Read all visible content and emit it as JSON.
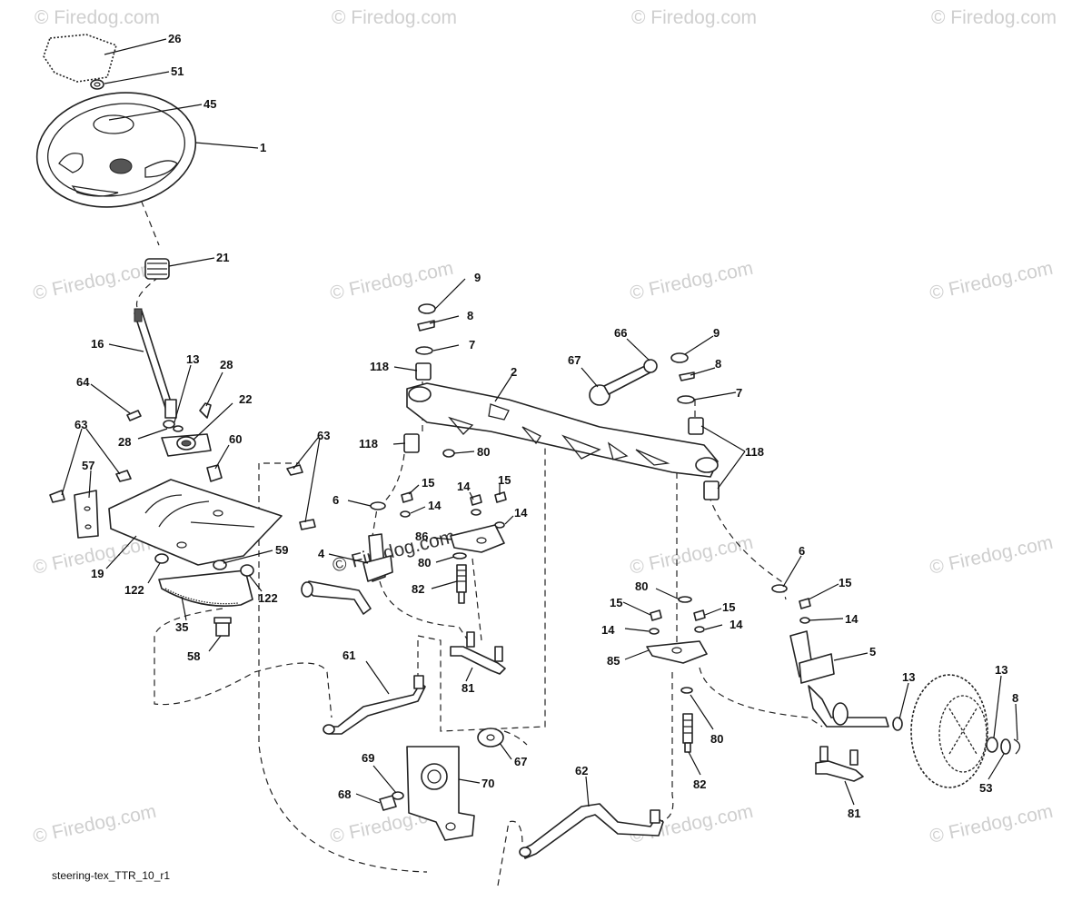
{
  "diagram": {
    "caption": "steering-tex_TTR_10_r1",
    "watermark": "© Firedog.com",
    "callouts": {
      "c26": "26",
      "c51": "51",
      "c45": "45",
      "c1": "1",
      "c21": "21",
      "c16": "16",
      "c13a": "13",
      "c28a": "28",
      "c64": "64",
      "c22": "22",
      "c28b": "28",
      "c63a": "63",
      "c60": "60",
      "c57": "57",
      "c63b": "63",
      "c19": "19",
      "c122a": "122",
      "c59": "59",
      "c122b": "122",
      "c35": "35",
      "c58": "58",
      "c61": "61",
      "c9a": "9",
      "c8a": "8",
      "c7a": "7",
      "c118a": "118",
      "c2": "2",
      "c118b": "118",
      "c80a": "80",
      "c6a": "6",
      "c15a": "15",
      "c14a": "14",
      "c14b": "14",
      "c15b": "15",
      "c14c": "14",
      "c86": "86",
      "c4": "4",
      "c80b": "80",
      "c82a": "82",
      "c81a": "81",
      "c67a": "67",
      "c66": "66",
      "c9b": "9",
      "c8b": "8",
      "c7b": "7",
      "c118c": "118",
      "c80c": "80",
      "c15c": "15",
      "c15d": "15",
      "c14d": "14",
      "c14e": "14",
      "c85": "85",
      "c80d": "80",
      "c82b": "82",
      "c6b": "6",
      "c15e": "15",
      "c14f": "14",
      "c5": "5",
      "c13b": "13",
      "c13c": "13",
      "c8c": "8",
      "c53": "53",
      "c81b": "81",
      "c67b": "67",
      "c69": "69",
      "c68": "68",
      "c70": "70",
      "c62": "62"
    }
  }
}
